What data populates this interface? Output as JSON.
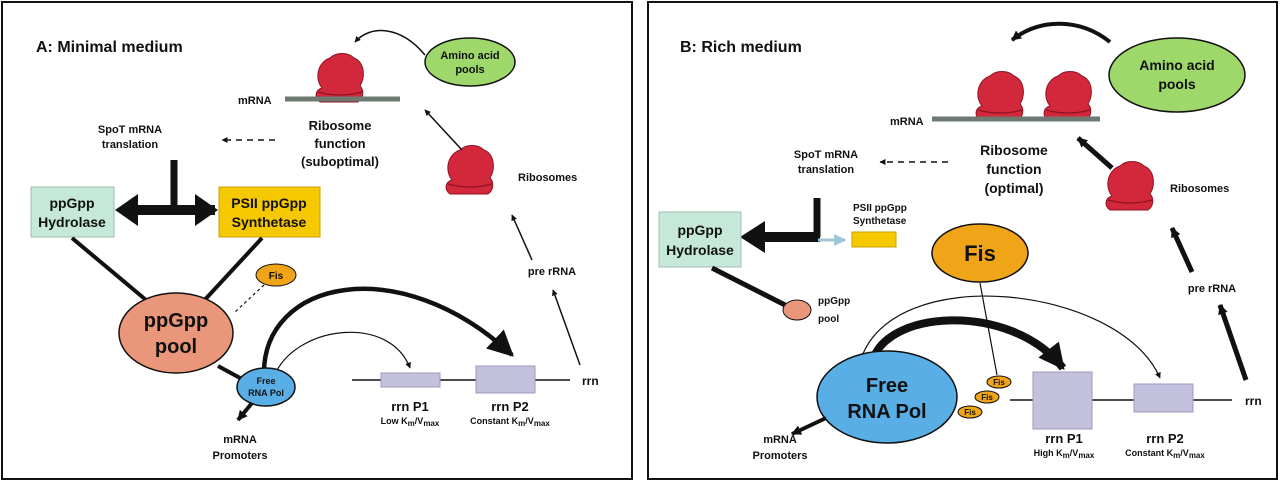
{
  "colors": {
    "ribosome": "#d3283c",
    "amino_pool": "#9ed76a",
    "hydrolase_box": "#c5e8d8",
    "synthetase_box": "#f5c800",
    "ppgpp_pool": "#e9967a",
    "fis": "#f0a418",
    "rna_pol": "#5aaee6",
    "promoter_box": "#c4c1de",
    "mrna_strand": "#6c7a72"
  },
  "panel_a": {
    "title": "A: Minimal medium",
    "mrna": "mRNA",
    "amino_pool": [
      "Amino acid",
      "pools"
    ],
    "ribosome_function": [
      "Ribosome",
      "function",
      "(suboptimal)"
    ],
    "spot": [
      "SpoT mRNA",
      "translation"
    ],
    "hydrolase": [
      "ppGpp",
      "Hydrolase"
    ],
    "synthetase": [
      "PSII ppGpp",
      "Synthetase"
    ],
    "ribosomes": "Ribosomes",
    "pre_rrna": "pre rRNA",
    "fis": "Fis",
    "pool": [
      "ppGpp",
      "pool"
    ],
    "rna_pol": [
      "Free",
      "RNA Pol"
    ],
    "mrna_promoters": [
      "mRNA",
      "Promoters"
    ],
    "rrn": "rrn",
    "p1": {
      "name": "rrn P1",
      "prefix": "Low K",
      "sub1": "m",
      "mid": "/V",
      "sub2": "max"
    },
    "p2": {
      "name": "rrn P2",
      "prefix": "Constant K",
      "sub1": "m",
      "mid": "/V",
      "sub2": "max"
    }
  },
  "panel_b": {
    "title": "B: Rich medium",
    "mrna": "mRNA",
    "amino_pool": [
      "Amino acid",
      "pools"
    ],
    "ribosome_function": [
      "Ribosome",
      "function",
      "(optimal)"
    ],
    "spot": [
      "SpoT mRNA",
      "translation"
    ],
    "hydrolase": [
      "ppGpp",
      "Hydrolase"
    ],
    "synthetase": [
      "PSII ppGpp",
      "Synthetase"
    ],
    "ribosomes": "Ribosomes",
    "pre_rrna": "pre rRNA",
    "fis": "Fis",
    "small_fis": [
      "Fis",
      "Fis",
      "Fis"
    ],
    "pool": [
      "ppGpp",
      "pool"
    ],
    "rna_pol": [
      "Free",
      "RNA Pol"
    ],
    "mrna_promoters": [
      "mRNA",
      "Promoters"
    ],
    "rrn": "rrn",
    "p1": {
      "name": "rrn P1",
      "prefix": "High K",
      "sub1": "m",
      "mid": "/V",
      "sub2": "max"
    },
    "p2": {
      "name": "rrn P2",
      "prefix": "Constant K",
      "sub1": "m",
      "mid": "/V",
      "sub2": "max"
    }
  }
}
